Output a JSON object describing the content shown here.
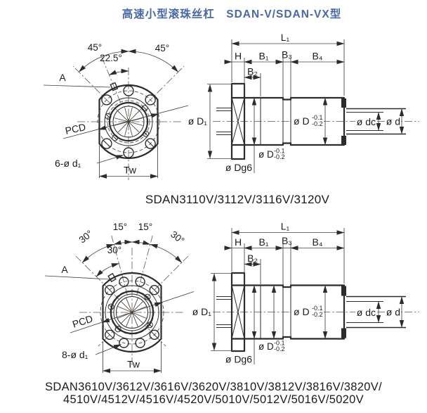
{
  "title": "高速小型滚珠丝杠　SDAN-V/SDAN-VX型",
  "colors": {
    "accent": "#4768a3",
    "line": "#2e2b29",
    "text": "#1d1b19",
    "background": "#ffffff"
  },
  "captions": {
    "model_top": "SDAN3110V/3112V/3116V/3120V",
    "model_bottom_line1": "SDAN3610V/3612V/3616V/3620V/3810V/3812V/3816V/3820V/",
    "model_bottom_line2": "4510V/4512V/4516V/4520V/5010V/5012V/5016V/5020V"
  },
  "front_top": {
    "angle_left": "45°",
    "angle_right": "45°",
    "angle_half": "22.5°",
    "datum": "A",
    "pcd": "PCD",
    "holes": "6-ø d₁",
    "width": "Tw"
  },
  "side_top": {
    "l1": "L₁",
    "h": "H",
    "b1": "B₁",
    "b2": "B₂",
    "b3": "B₃",
    "b4": "B₄",
    "d1": "ø D₁",
    "d_body": "ø D",
    "tol_up": "-0.1",
    "tol_dn": "-0.2",
    "dg6": "ø Dg6",
    "dc": "ø dc",
    "d": "ø d"
  },
  "front_bottom": {
    "angle_outer_left": "30°",
    "angle_left": "15°",
    "angle_right": "15°",
    "angle_outer_right": "30°",
    "angle_inner": "30°",
    "datum": "A",
    "pcd": "PCD",
    "holes": "8-ø d₁",
    "width": "Tw"
  },
  "side_bottom": {
    "l1": "L₁",
    "h": "H",
    "b1": "B₁",
    "b2": "B₂",
    "b3": "B₃",
    "b4": "B₄",
    "d1": "ø D₁",
    "d_body": "ø D",
    "tol_up": "-0.1",
    "tol_dn": "-0.2",
    "dg6": "ø Dg6",
    "dc": "ø dc",
    "d": "ø d"
  }
}
